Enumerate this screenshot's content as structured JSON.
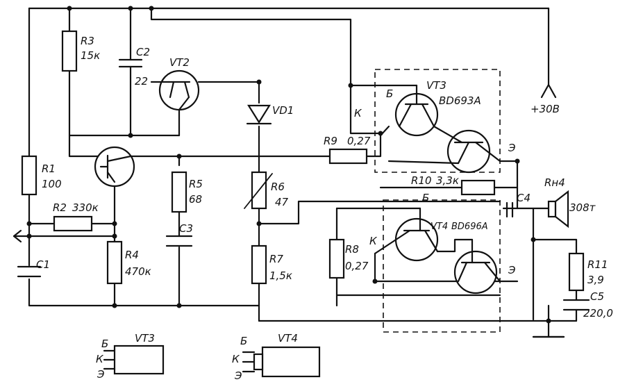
{
  "components": {
    "r1": {
      "ref": "R1",
      "value": "100"
    },
    "r2": {
      "ref": "R2",
      "value": "330к"
    },
    "r3": {
      "ref": "R3",
      "value": "15к"
    },
    "r4": {
      "ref": "R4",
      "value": "470к"
    },
    "r5": {
      "ref": "R5",
      "value": "68"
    },
    "r6": {
      "ref": "R6",
      "value": "47"
    },
    "r7": {
      "ref": "R7",
      "value": "1,5к"
    },
    "r8": {
      "ref": "R8",
      "value": "0,27"
    },
    "r9": {
      "ref": "R9",
      "value": "0,27"
    },
    "r10": {
      "ref": "R10",
      "value": "3,3к"
    },
    "r11": {
      "ref": "R11",
      "value": "3,9"
    },
    "c1": {
      "ref": "C1"
    },
    "c2": {
      "ref": "C2",
      "value": "22"
    },
    "c3": {
      "ref": "C3"
    },
    "c4": {
      "ref": "C4"
    },
    "c5": {
      "ref": "C5",
      "value": "220,0"
    },
    "vt2": {
      "ref": "VT2"
    },
    "vt3": {
      "ref": "VT3",
      "part": "BD693A"
    },
    "vt4": {
      "ref": "VT4",
      "part": "BD696A"
    },
    "vd1": {
      "ref": "VD1"
    },
    "speaker": {
      "ref": "Rн4",
      "value": "308т"
    }
  },
  "supply": "+30В",
  "pins": {
    "b": "Б",
    "k": "К",
    "e": "Э"
  },
  "pinouts": {
    "vt3": "VT3",
    "vt4": "VT4"
  }
}
